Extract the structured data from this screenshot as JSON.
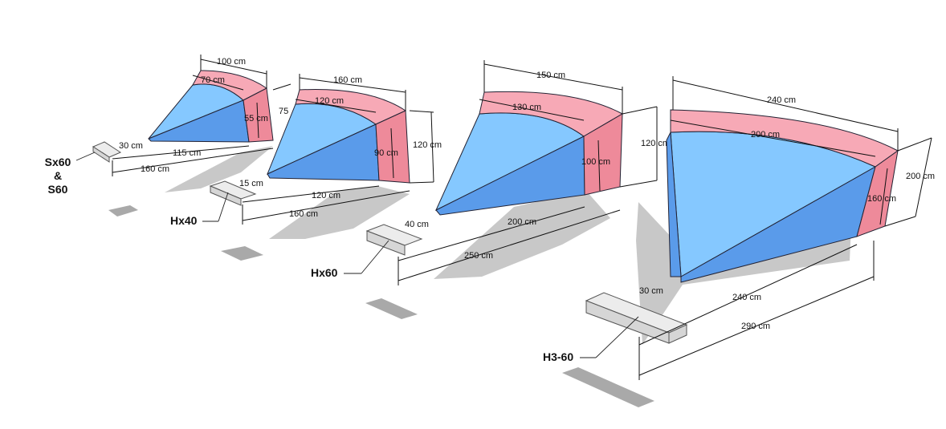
{
  "models": [
    {
      "id": "sx60",
      "label_lines": [
        "Sx60",
        "&",
        "S60"
      ],
      "dims": {
        "arc_outer": "100 cm",
        "arc_inner": "70 cm",
        "face_height": "55 cm",
        "ledge": "30 cm",
        "length_inner": "115 cm",
        "length_outer": "160 cm"
      }
    },
    {
      "id": "hx40",
      "label": "Hx40",
      "dims": {
        "arc_outer": "160 cm",
        "arc_inner": "120 cm",
        "rim": "75",
        "face_inner": "90 cm",
        "face_outer": "120 cm",
        "ledge": "15 cm",
        "length_inner": "120 cm",
        "length_outer": "160 cm"
      }
    },
    {
      "id": "hx60",
      "label": "Hx60",
      "dims": {
        "arc_outer": "150 cm",
        "arc_inner": "130 cm",
        "face_outer": "120 cm",
        "face_inner": "100 cm",
        "ledge": "40 cm",
        "length_inner": "200 cm",
        "length_outer": "250 cm"
      }
    },
    {
      "id": "h3-60",
      "label": "H3-60",
      "dims": {
        "arc_outer": "240 cm",
        "arc_inner": "200 cm",
        "face_outer": "200 cm",
        "face_inner": "160 cm",
        "ledge": "30 cm",
        "length_inner": "240 cm",
        "length_outer": "290 cm"
      }
    }
  ],
  "colors": {
    "top": "#85c8ff",
    "side": "#5a9bea",
    "rim": "#f7a9b6",
    "face": "#ee8a9a",
    "shadow": "#c8c8c8"
  }
}
